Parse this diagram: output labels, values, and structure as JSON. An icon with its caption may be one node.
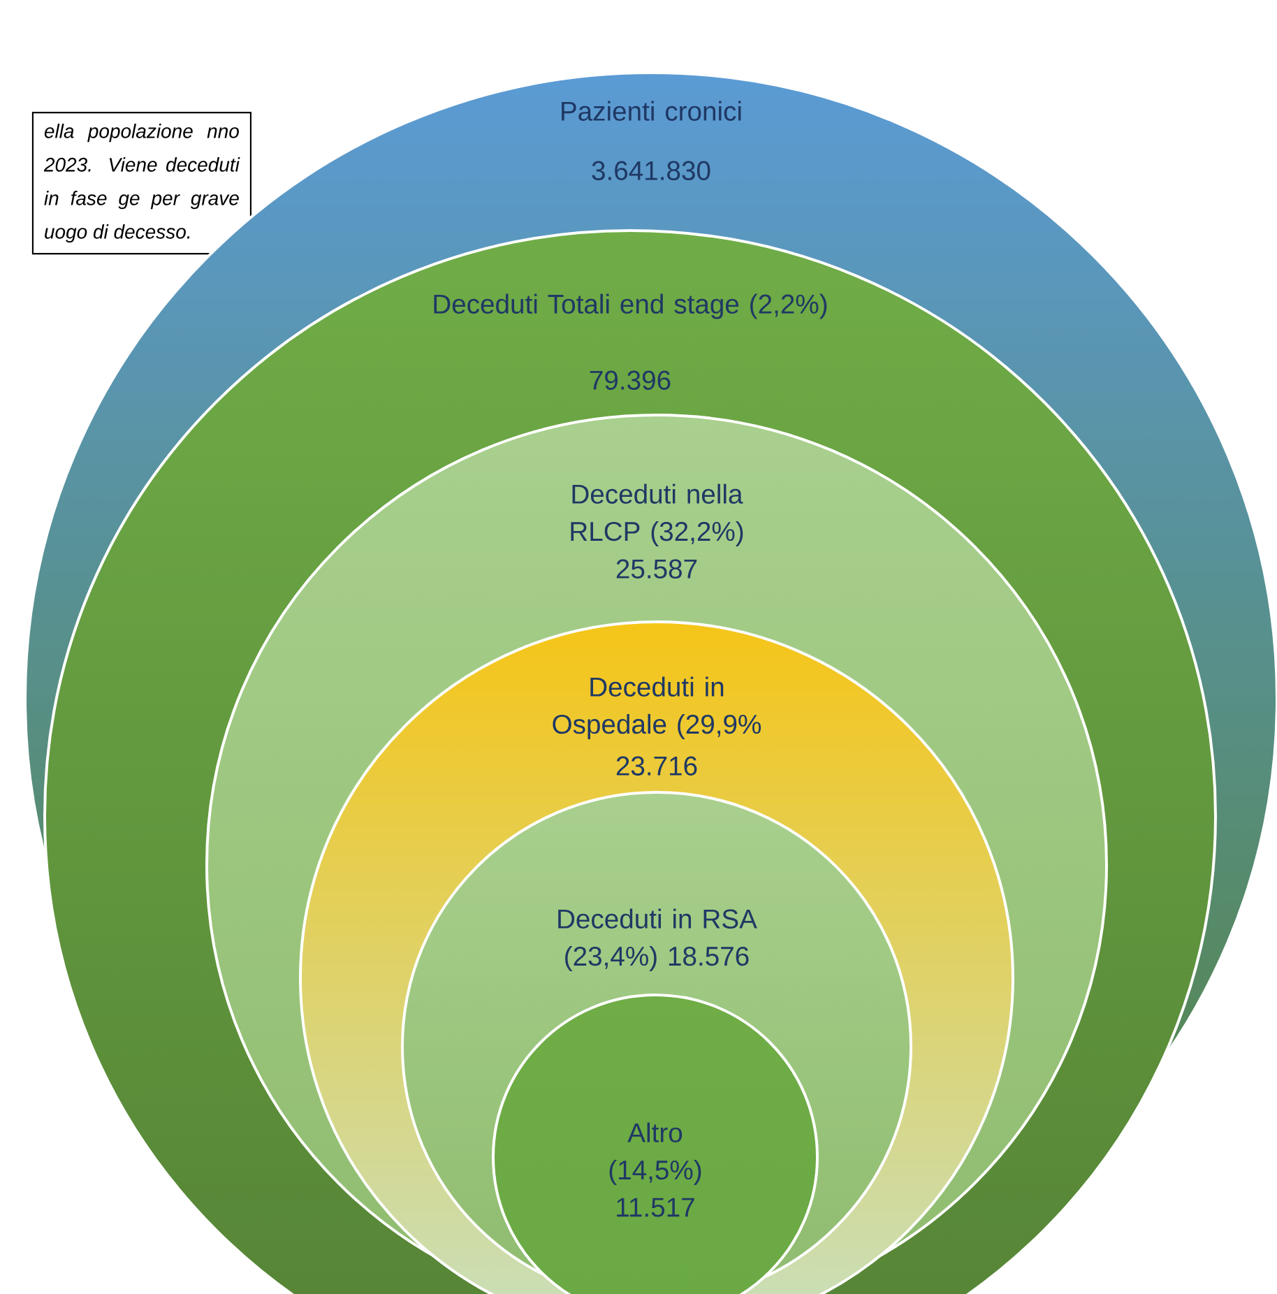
{
  "diagram": {
    "nodes": [
      {
        "text": [
          "ella popolazione nno 2023. Viene deceduti in fase ge per grave uogo di decesso."
        ]
      },
      {
        "text": [
          "Pazienti cronici",
          "3.641.830"
        ]
      },
      {
        "text": [
          "Deceduti Totali end stage (2,2%)",
          "79.396"
        ],
        "in": 1
      },
      {
        "text": [
          "Deceduti nella RLCP (32,2%)",
          "25.587"
        ],
        "in": 2
      },
      {
        "text": [
          "Deceduti in Ospedale (29,9%",
          "23.716"
        ],
        "in": 3
      },
      {
        "text": [
          "Deceduti in RSA (23,4%) 18.576"
        ],
        "in": 4
      },
      {
        "text": [
          "Altro (14,5%) 11.517"
        ],
        "in": 5
      }
    ]
  }
}
